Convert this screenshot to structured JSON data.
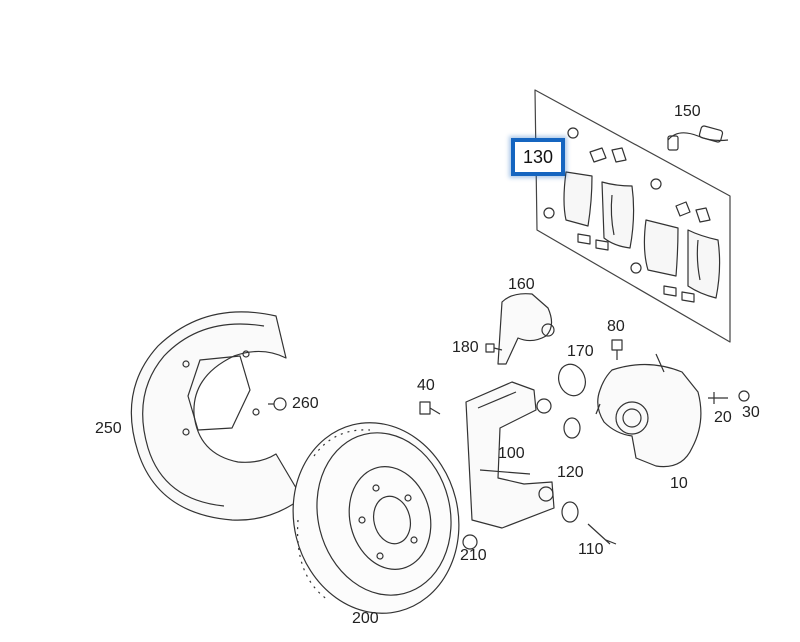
{
  "diagram": {
    "highlighted_part": "130",
    "accent_color": "#1565c0",
    "labels": {
      "p10": "10",
      "p20": "20",
      "p30": "30",
      "p40": "40",
      "p80": "80",
      "p100": "100",
      "p110": "110",
      "p120": "120",
      "p130": "130",
      "p150": "150",
      "p160": "160",
      "p170": "170",
      "p180": "180",
      "p200": "200",
      "p210": "210",
      "p250": "250",
      "p260": "260"
    }
  }
}
